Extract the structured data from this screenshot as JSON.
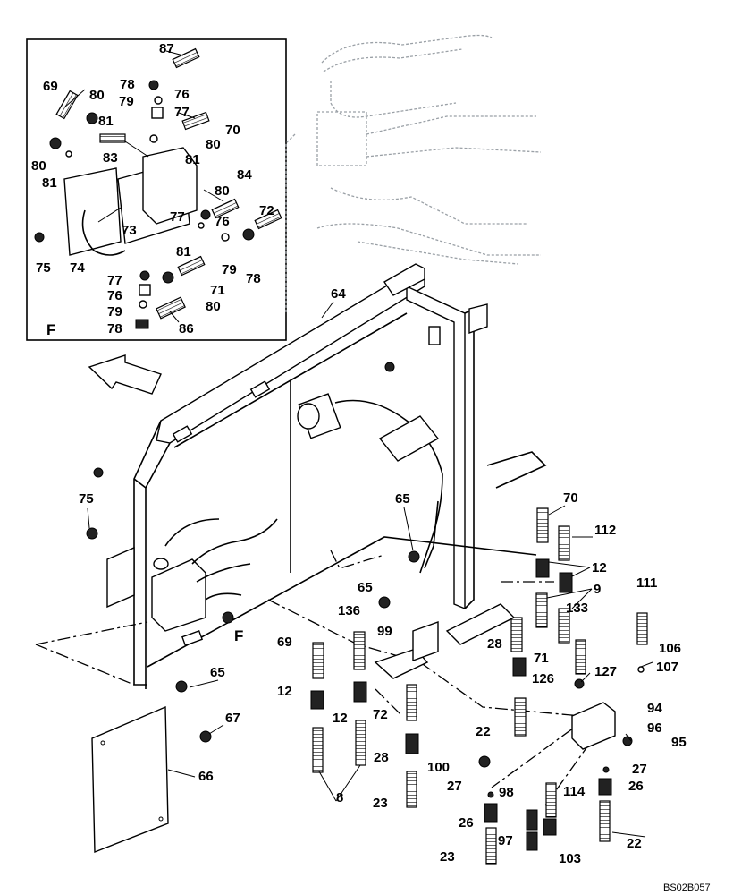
{
  "inset": {
    "view_letter": "F",
    "callouts": [
      "87",
      "78",
      "79",
      "76",
      "69",
      "80",
      "81",
      "77",
      "70",
      "83",
      "80",
      "81",
      "80",
      "81",
      "84",
      "80",
      "72",
      "77",
      "76",
      "73",
      "75",
      "74",
      "81",
      "79",
      "78",
      "77",
      "71",
      "76",
      "80",
      "79",
      "78",
      "86"
    ]
  },
  "main": {
    "view_letter": "F",
    "callouts": [
      "64",
      "75",
      "65",
      "65",
      "65",
      "67",
      "66",
      "70",
      "112",
      "12",
      "9",
      "111",
      "133",
      "136",
      "99",
      "28",
      "71",
      "106",
      "107",
      "69",
      "126",
      "127",
      "12",
      "12",
      "72",
      "22",
      "94",
      "96",
      "95",
      "28",
      "100",
      "27",
      "8",
      "23",
      "27",
      "98",
      "114",
      "26",
      "26",
      "97",
      "103",
      "22",
      "23"
    ]
  },
  "drawing_code": "BS02B057"
}
